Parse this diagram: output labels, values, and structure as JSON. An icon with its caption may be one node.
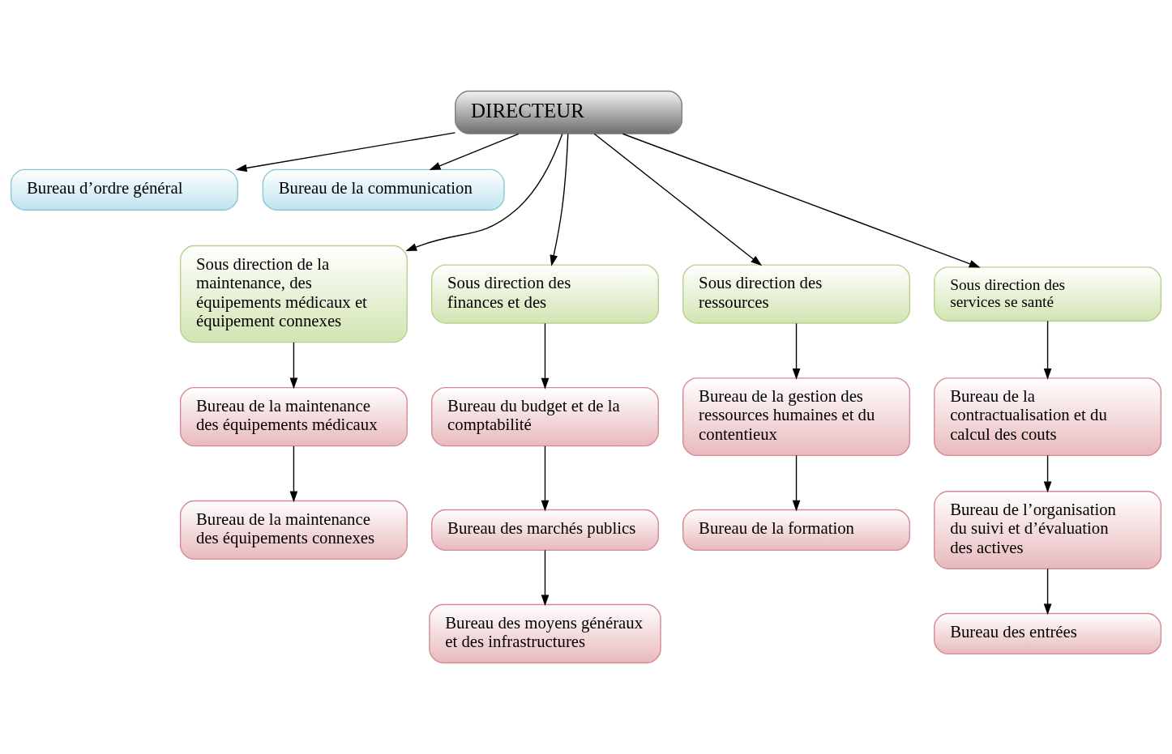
{
  "diagram": {
    "nodes": [
      {
        "text": [
          "DIRECTEUR"
        ]
      },
      {
        "text": [
          "Bureau d’ordre général"
        ]
      },
      {
        "text": [
          "Bureau de la communication"
        ]
      },
      {
        "text": [
          "Sous direction de la maintenance, des équipements médicaux et équipement connexes"
        ]
      },
      {
        "text": [
          "Sous direction des finances et des"
        ]
      },
      {
        "text": [
          "Sous direction des ressources"
        ]
      },
      {
        "text": [
          "Sous direction des services se santé"
        ]
      },
      {
        "text": [
          "Bureau de la maintenance des équipements médicaux"
        ]
      },
      {
        "text": [
          "Bureau de la maintenance des équipements connexes"
        ]
      },
      {
        "text": [
          "Bureau du budget et de la comptabilité"
        ]
      },
      {
        "text": [
          "Bureau des marchés publics"
        ]
      },
      {
        "text": [
          "Bureau des moyens généraux et des infrastructures"
        ]
      },
      {
        "text": [
          "Bureau de la gestion des ressources humaines et du contentieux"
        ]
      },
      {
        "text": [
          "Bureau de la formation"
        ]
      },
      {
        "text": [
          "Bureau de la contractualisation et du calcul des couts"
        ]
      },
      {
        "text": [
          "Bureau de l’organisation du suivi et d’évaluation des actives"
        ]
      },
      {
        "text": [
          "Bureau des entrées"
        ]
      }
    ],
    "edges": [
      {
        "from": 0,
        "to": 1,
        "arrow": "to"
      },
      {
        "from": 0,
        "to": 2,
        "arrow": "to"
      },
      {
        "from": 0,
        "to": 3,
        "arrow": "to"
      },
      {
        "from": 0,
        "to": 4,
        "arrow": "to"
      },
      {
        "from": 0,
        "to": 5,
        "arrow": "to"
      },
      {
        "from": 0,
        "to": 6,
        "arrow": "to"
      },
      {
        "from": 3,
        "to": 7,
        "arrow": "to"
      },
      {
        "from": 7,
        "to": 8,
        "arrow": "to"
      },
      {
        "from": 4,
        "to": 9,
        "arrow": "to"
      },
      {
        "from": 9,
        "to": 10,
        "arrow": "to"
      },
      {
        "from": 10,
        "to": 11,
        "arrow": "to"
      },
      {
        "from": 5,
        "to": 12,
        "arrow": "to"
      },
      {
        "from": 12,
        "to": 13,
        "arrow": "to"
      },
      {
        "from": 6,
        "to": 14,
        "arrow": "to"
      },
      {
        "from": 14,
        "to": 15,
        "arrow": "to"
      },
      {
        "from": 15,
        "to": 16,
        "arrow": "to"
      }
    ]
  }
}
